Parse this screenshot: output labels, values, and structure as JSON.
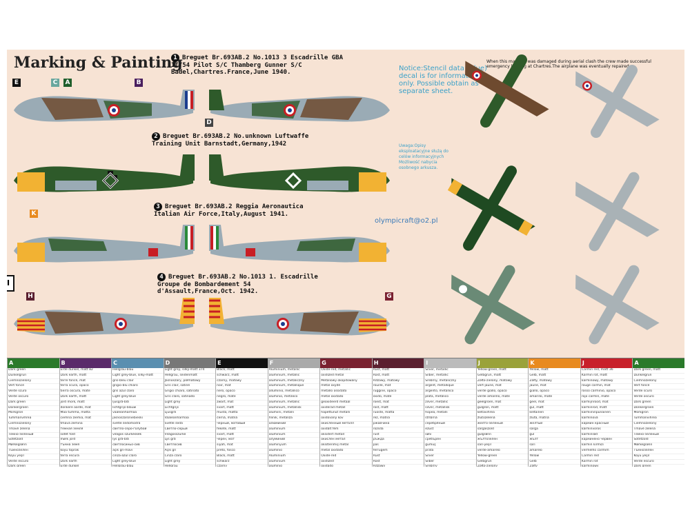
{
  "title": "Marking & Painting",
  "schemes": [
    {
      "number": "1",
      "text": "Breguet Br.693AB.2 No.1013 3 Escadrille GBA II/54 Pilot S/C Thamberg Gunner S/C Badel,Chartres.France,June 1940."
    },
    {
      "number": "2",
      "text": "Breguet Br.693AB.2 No.unknown Luftwaffe Training Unit Barnstadt,Germany,1942"
    },
    {
      "number": "3",
      "text": "Breguet Br.693AB.2 Reggia Aeronautica Italian Air Force,Italy,August 1941."
    },
    {
      "number": "4",
      "text": "Breguet Br.693AB.2 No.1013 1. Escadrille Groupe de Bombardement 54 d'Assault,France,Oct. 1942."
    }
  ],
  "notes": {
    "stencil_en": "Notice:Stencil data (Blue) decal is for information only. Possible obtain as separate sheet.",
    "stencil_pl": "Uwaga:Opisy eksploatacyjne służą do celów informacyjnych Możliwość nabycia osobnego arkusza.",
    "top_right": "When this machine was damaged during aerial clash the crew made successful emergency landing at Chartres.The airplane was eventually repaired.",
    "email": "olympicraft@o2.pl",
    "roman": "I"
  },
  "colors": {
    "sheet_bg": "#f7e3d4",
    "green_dark": "#2e5a2a",
    "brown": "#6e4a2f",
    "grey_blue": "#9aabb5",
    "yellow": "#f2b233",
    "roundel_blue": "#1b3d8f",
    "roundel_red": "#c81e24"
  },
  "callout_boxes": [
    {
      "label": "E",
      "color": "#111"
    },
    {
      "label": "C",
      "color": "#6aa79e"
    },
    {
      "label": "A",
      "color": "#1f5e2b"
    },
    {
      "label": "B",
      "color": "#4a1f5e"
    },
    {
      "label": "D",
      "color": "#444"
    },
    {
      "label": "K",
      "color": "#e88a1f"
    },
    {
      "label": "H",
      "color": "#5b2030"
    },
    {
      "label": "G",
      "color": "#7a2130"
    }
  ],
  "table": {
    "columns": [
      {
        "header": "A",
        "color": "#2a7a2a",
        "cells": [
          "Dark green",
          "Dunkelgrün",
          "Ciemnozielony",
          "Vert foncé",
          "Verde scuro",
          "Verde oscuro",
          "Dark green",
          "Donkergroen",
          "Mörkgrön",
          "Tummanvihreä",
          "Ciemnozielony",
          "Tmavě zelená",
          "Тёмно-зелёный",
          "Sötétzöld",
          "Mørkegrønn",
          "Тъмнозелен",
          "Koyu yeşil",
          "Verde escuro",
          "Dark green"
        ]
      },
      {
        "header": "B",
        "color": "#5a2a6a",
        "cells": [
          "Erde dunkel, matt 82",
          "Dark earth, matt",
          "terre foncé, mat",
          "terra scura, opaco",
          "tierra oscura, mate",
          "Dark earth, matt",
          "jord mörk, matt",
          "donkere aarde, mat",
          "Maa tumma, matta",
          "ciemna ziemia, mat",
          "tmavá zemina",
          "тёмная земля",
          "sötét föld",
          "mørk jord",
          "тъмна земя",
          "koyu toprak",
          "terra escura",
          "Dark earth",
          "Erde dunkel"
        ]
      },
      {
        "header": "C",
        "color": "#5a8fb0",
        "cells": [
          "Hellgrau-blau",
          "Light grey-blue, silky-matt",
          "gris-bleu clair",
          "grigio-blu chiaro",
          "gris azul claro",
          "Light grey-blue",
          "ljusgrå-blå",
          "lichtgrijs-blauw",
          "vaaleanharmaa",
          "jasnoszaroniebieski",
          "světle šedomodrá",
          "светло-серо-голубой",
          "világos szürkéskék",
          "lys grå-blå",
          "светлосиньо-сив",
          "açık gri-mavi",
          "cinza-azul claro",
          "Light grey-blue",
          "Hellgrau-blau"
        ]
      },
      {
        "header": "D",
        "color": "#777",
        "cells": [
          "Light grey, silky-matt 374",
          "Hellgrau, seidenmatt",
          "Jasnoszary, półmatowy",
          "Gris clair, satiné",
          "Grigio chiaro, satinato",
          "Gris claro, satinado",
          "Light grey",
          "Lichtgrijs",
          "Ljusgrå",
          "Vaaleanharmaa",
          "Světle šedá",
          "Светло-серый",
          "Világosszürke",
          "Lys grå",
          "Светлосив",
          "Açık gri",
          "Cinza claro",
          "Light grey",
          "Hellgrau"
        ]
      },
      {
        "header": "E",
        "color": "#111",
        "cells": [
          "Black, matt",
          "schwarz, matt",
          "czarny, matowy",
          "noir, mat",
          "nero, opaco",
          "negro, mate",
          "zwart, mat",
          "svart, matt",
          "musta, matta",
          "černá, matná",
          "чёрный, матовый",
          "fekete, matt",
          "svart, matt",
          "черен, мат",
          "siyah, mat",
          "preto, fosco",
          "Black, matt",
          "schwarz",
          "czarny"
        ]
      },
      {
        "header": "F",
        "color": "#aaa",
        "cells": [
          "Aluminium, metallic",
          "aluminium, metallic",
          "aluminium, metaliczny",
          "aluminium, métallique",
          "alluminio, metallico",
          "aluminio, metálico",
          "aluminium, metallic",
          "aluminium, metallisk",
          "alumiini, metalli",
          "hliník, metalíza",
          "алюминий",
          "alumínium",
          "aluminium",
          "алуминий",
          "alüminyum",
          "alumínio",
          "Aluminium",
          "aluminium",
          "alumínio"
        ]
      },
      {
        "header": "G",
        "color": "#7a2130",
        "cells": [
          "Oxide-red, metallic",
          "oxidized metal",
          "Metaliowy okopdowany",
          "métal oxydé",
          "metallo ossidato",
          "metal oxidado",
          "geoxideerd metaal",
          "oxiderad metall",
          "hapettunut metalli",
          "oxidovaný kov",
          "окисленный металл",
          "oxidált fém",
          "oksidert metall",
          "окислен метал",
          "oksitlenmiş metal",
          "metal oxidado",
          "Oxide-red",
          "oxidized",
          "oxidado"
        ]
      },
      {
        "header": "H",
        "color": "#5b2030",
        "cells": [
          "Rust, matt",
          "Rost, matt",
          "Rdzawy, matowy",
          "rouille, mat",
          "ruggine, opaco",
          "óxido, mate",
          "roest, mat",
          "rost, matt",
          "ruoste, matta",
          "rez, matná",
          "ржавчина",
          "rozsda",
          "rust",
          "ръжда",
          "pas",
          "ferrugem",
          "Rust",
          "Rost",
          "Rdzawy"
        ]
      },
      {
        "header": "I",
        "color": "#bbb",
        "cells": [
          "Silver, metallic",
          "Silber, metallic",
          "Srebrny, metaliczny",
          "argent, métallique",
          "argento, metallico",
          "plata, metálico",
          "zilver, metallic",
          "silver, metallisk",
          "hopea, metalli",
          "stříbrná",
          "серебряный",
          "ezüst",
          "sølv",
          "сребърен",
          "gümüş",
          "prata",
          "Silver",
          "Silber",
          "Srebrny"
        ]
      },
      {
        "header": "J",
        "color": "#9aa23a",
        "cells": [
          "Yellow-green, matt",
          "Gelbgrün, matt",
          "Żółto-zielony, matowy",
          "vert-jaune, mat",
          "verde giallo, opaco",
          "verde amarillo, mate",
          "geelgroen, mat",
          "gulgrön, matt",
          "keltavihreä",
          "žlutozelená",
          "жёлто-зелёный",
          "sárgászöld",
          "gulgrønn",
          "жълтозелен",
          "sarı-yeşil",
          "verde-amarelo",
          "Yellow-green",
          "Gelbgrün",
          "Żółto-zielony"
        ]
      },
      {
        "header": "K",
        "color": "#e88a1f",
        "cells": [
          "Yellow, matt",
          "Gelb, matt",
          "Żółty, matowy",
          "jaune, mat",
          "giallo, opaco",
          "amarillo, mate",
          "geel, mat",
          "gul, matt",
          "keltainen",
          "žlutá, matná",
          "жёлтый",
          "sárga",
          "gul",
          "жълт",
          "sarı",
          "amarelo",
          "Yellow",
          "Gelb",
          "Żółty"
        ]
      },
      {
        "header": "J",
        "color": "#c8202a",
        "cells": [
          "Carmin red, matt 36",
          "Karmin rot, matt",
          "karminowy, matowy",
          "rouge carmin, mat",
          "rosso carminio, opaco",
          "rojo carmín, mate",
          "karmijnrood, mat",
          "karminröd, matt",
          "karmiininpunainen",
          "karmínová",
          "кармин красный",
          "kárminvörös",
          "karminrød",
          "карминено червен",
          "karmin kırmızı",
          "vermelho carmim",
          "Carmin red",
          "Karmin rot",
          "karminowy"
        ]
      },
      {
        "header": "A",
        "color": "#2a7a2a",
        "cells": [
          "Dark green, matt",
          "Dunkelgrün",
          "Ciemnozielony",
          "Vert foncé",
          "Verde scuro",
          "Verde oscuro",
          "Dark green",
          "Donkergroen",
          "Mörkgrön",
          "Tummanvihreä",
          "Ciemnozielony",
          "Tmavě zelená",
          "Тёмно-зелёный",
          "Sötétzöld",
          "Mørkegrønn",
          "Тъмнозелен",
          "Koyu yeşil",
          "Verde escuro",
          "Dark green"
        ]
      }
    ]
  }
}
